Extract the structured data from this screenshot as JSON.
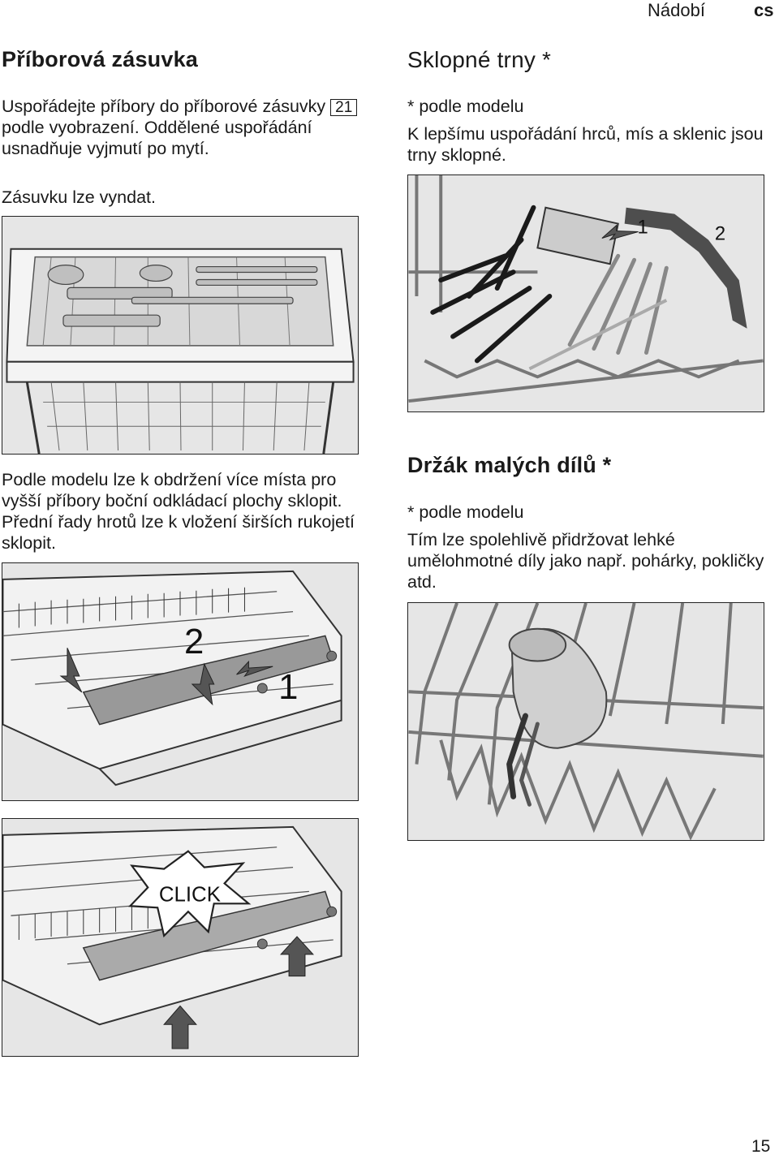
{
  "header": {
    "section": "Nádobí",
    "lang": "cs"
  },
  "cutlery": {
    "title": "Příborová zásuvka",
    "p1_before": "Uspořádejte příbory do příborové zásuvky ",
    "p1_ref": "21",
    "p1_after": " podle vyobrazení. Oddělené uspořádání usnadňuje vyjmutí po mytí.",
    "p2": "Zásuvku lze vyndat.",
    "p3": "Podle modelu lze k obdržení více místa pro vyšší příbory boční odkládací plochy sklopit. Přední řady hrotů lze k vložení širších rukojetí sklopit."
  },
  "tines": {
    "title": "Sklopné trny *",
    "note": "* podle modelu",
    "p": "K lepšímu uspořádání hrců, mís a sklenic jsou trny sklopné."
  },
  "holder": {
    "title": "Držák malých dílů *",
    "note": "* podle modelu",
    "p": "Tím lze spolehlivě přidržovat lehké umělohmotné díly jako např. pohárky, pokličky atd."
  },
  "figures": {
    "tines_labels": [
      "1",
      "2"
    ],
    "fold_labels": [
      "2",
      "1"
    ],
    "click_label": "CLICK"
  },
  "page_number": "15"
}
